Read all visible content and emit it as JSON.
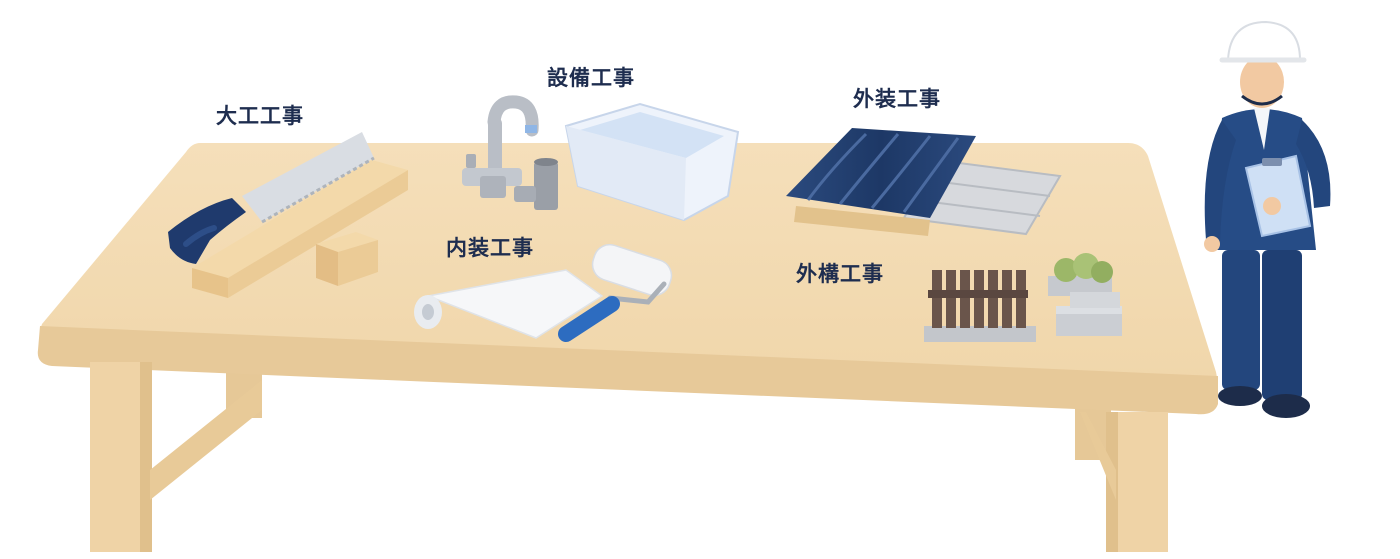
{
  "labels": {
    "carpentry": "大工工事",
    "equipment": "設備工事",
    "exterior": "外装工事",
    "interior": "内装工事",
    "landscaping": "外構工事"
  },
  "colors": {
    "table_top": "#f3dcb5",
    "table_edge": "#e3c594",
    "table_leg": "#efd3a6",
    "navy": "#1f3a6d",
    "roof_tile": "#24406f",
    "label_text": "#1e2d4f"
  },
  "icons": [
    "saw-icon",
    "lumber-icon",
    "faucet-icon",
    "pipe-fitting-icon",
    "sink-basin-icon",
    "roof-tile-icon",
    "siding-panel-icon",
    "wallpaper-roll-icon",
    "paint-roller-icon",
    "wooden-fence-icon",
    "concrete-block-icon",
    "planter-shrub-icon",
    "construction-worker-icon"
  ]
}
